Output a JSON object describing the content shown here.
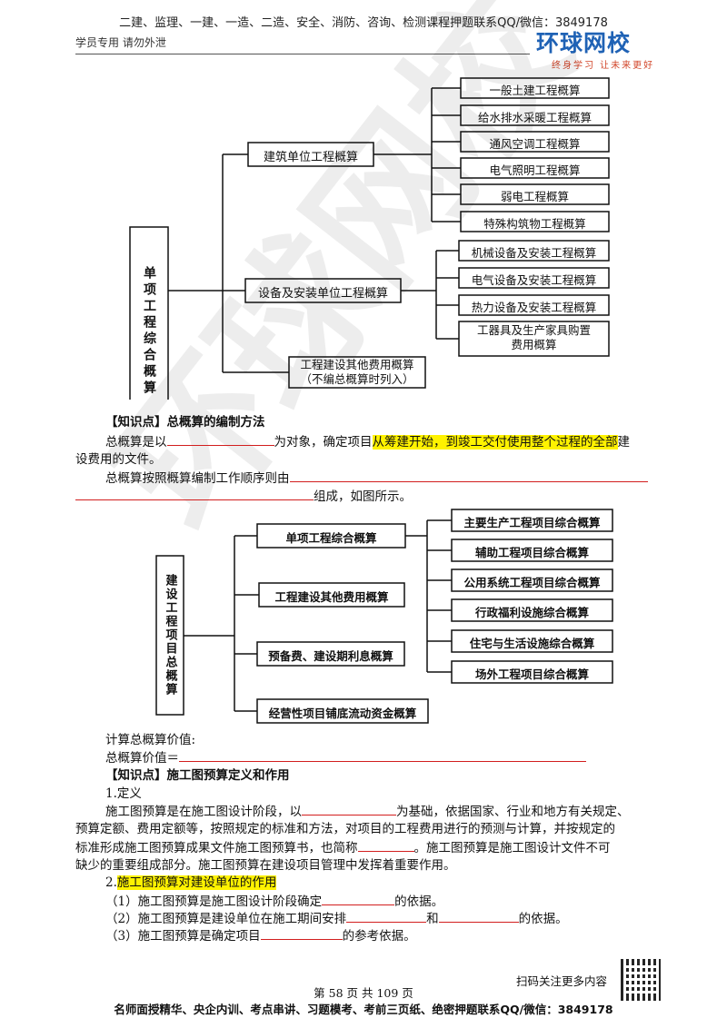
{
  "header": {
    "top": "二建、监理、一建、一造、二造、安全、消防、咨询、检测课程押题联系QQ/微信：3849178",
    "left": "学员专用 请勿外泄",
    "logo": "环球网校",
    "slogan": "终身学习 让未来更好"
  },
  "watermark": "环球网校",
  "diagram1": {
    "root": "单项工程综合概算",
    "branches": [
      {
        "label": "建筑单位工程概算",
        "leaves": [
          "一般土建工程概算",
          "给水排水采暖工程概算",
          "通风空调工程概算",
          "电气照明工程概算",
          "弱电工程概算",
          "特殊构筑物工程概算"
        ]
      },
      {
        "label": "设备及安装单位工程概算",
        "leaves": [
          "机械设备及安装工程概算",
          "电气设备及安装工程概算",
          "热力设备及安装工程概算",
          "工器具及生产家具购置",
          "费用概算"
        ]
      },
      {
        "label1": "工程建设其他费用概算",
        "label2": "（不编总概算时列入）"
      }
    ]
  },
  "section1": {
    "heading": "【知识点】总概算的编制方法",
    "p1_a": "总概算是以",
    "p1_b": "为对象，确定项目",
    "p1_hl": "从筹建开始，到竣工交付使用整个过程的全部",
    "p1_c": "建",
    "p1_d": "设费用的文件。",
    "p2_a": "总概算按照概算编制工作顺序则由",
    "p2_b": "组成，如图所示。"
  },
  "diagram2": {
    "root": "建设工程项目总概算",
    "branches": [
      "单项工程综合概算",
      "工程建设其他费用概算",
      "预备费、建设期利息概算",
      "经营性项目铺底流动资金概算"
    ],
    "leaves": [
      "主要生产工程项目综合概算",
      "辅助工程项目综合概算",
      "公用系统工程项目综合概算",
      "行政福利设施综合概算",
      "住宅与生活设施综合概算",
      "场外工程项目综合概算"
    ]
  },
  "section2": {
    "calc1": "计算总概算价值:",
    "calc2": "总概算价值＝",
    "heading": "【知识点】施工图预算定义和作用",
    "def_title": "1.定义",
    "def_a": "施工图预算是在施工图设计阶段，以",
    "def_b": "为基础，依据国家、行业和地方有关规定、",
    "def_c": "预算定额、费用定额等，按照规定的标准和方法，对项目的工程费用进行的预测与计算，并按规定的",
    "def_d": "标准形成施工图预算成果文件施工图预算书，也简称",
    "def_e": "。施工图预算是施工图设计文件不可",
    "def_f": "缺少的重要组成部分。施工图预算在建设项目管理中发挥着重要作用。",
    "role_num": "2.",
    "role_title": "施工图预算对建设单位的作用",
    "r1_a": "（1）施工图预算是施工图设计阶段确定",
    "r1_b": "的依据。",
    "r2_a": "（2）施工图预算是建设单位在施工期间安排",
    "r2_b": "和",
    "r2_c": "的依据。",
    "r3_a": "（3）施工图预算是确定项目",
    "r3_b": "的参考依据。"
  },
  "footer": {
    "scan": "扫码关注更多内容",
    "page": "第 58 页 共 109 页",
    "bottom": "名师面授精华、央企内训、考点串讲、习题模考、考前三页纸、绝密押题联系QQ/微信：3849178"
  }
}
